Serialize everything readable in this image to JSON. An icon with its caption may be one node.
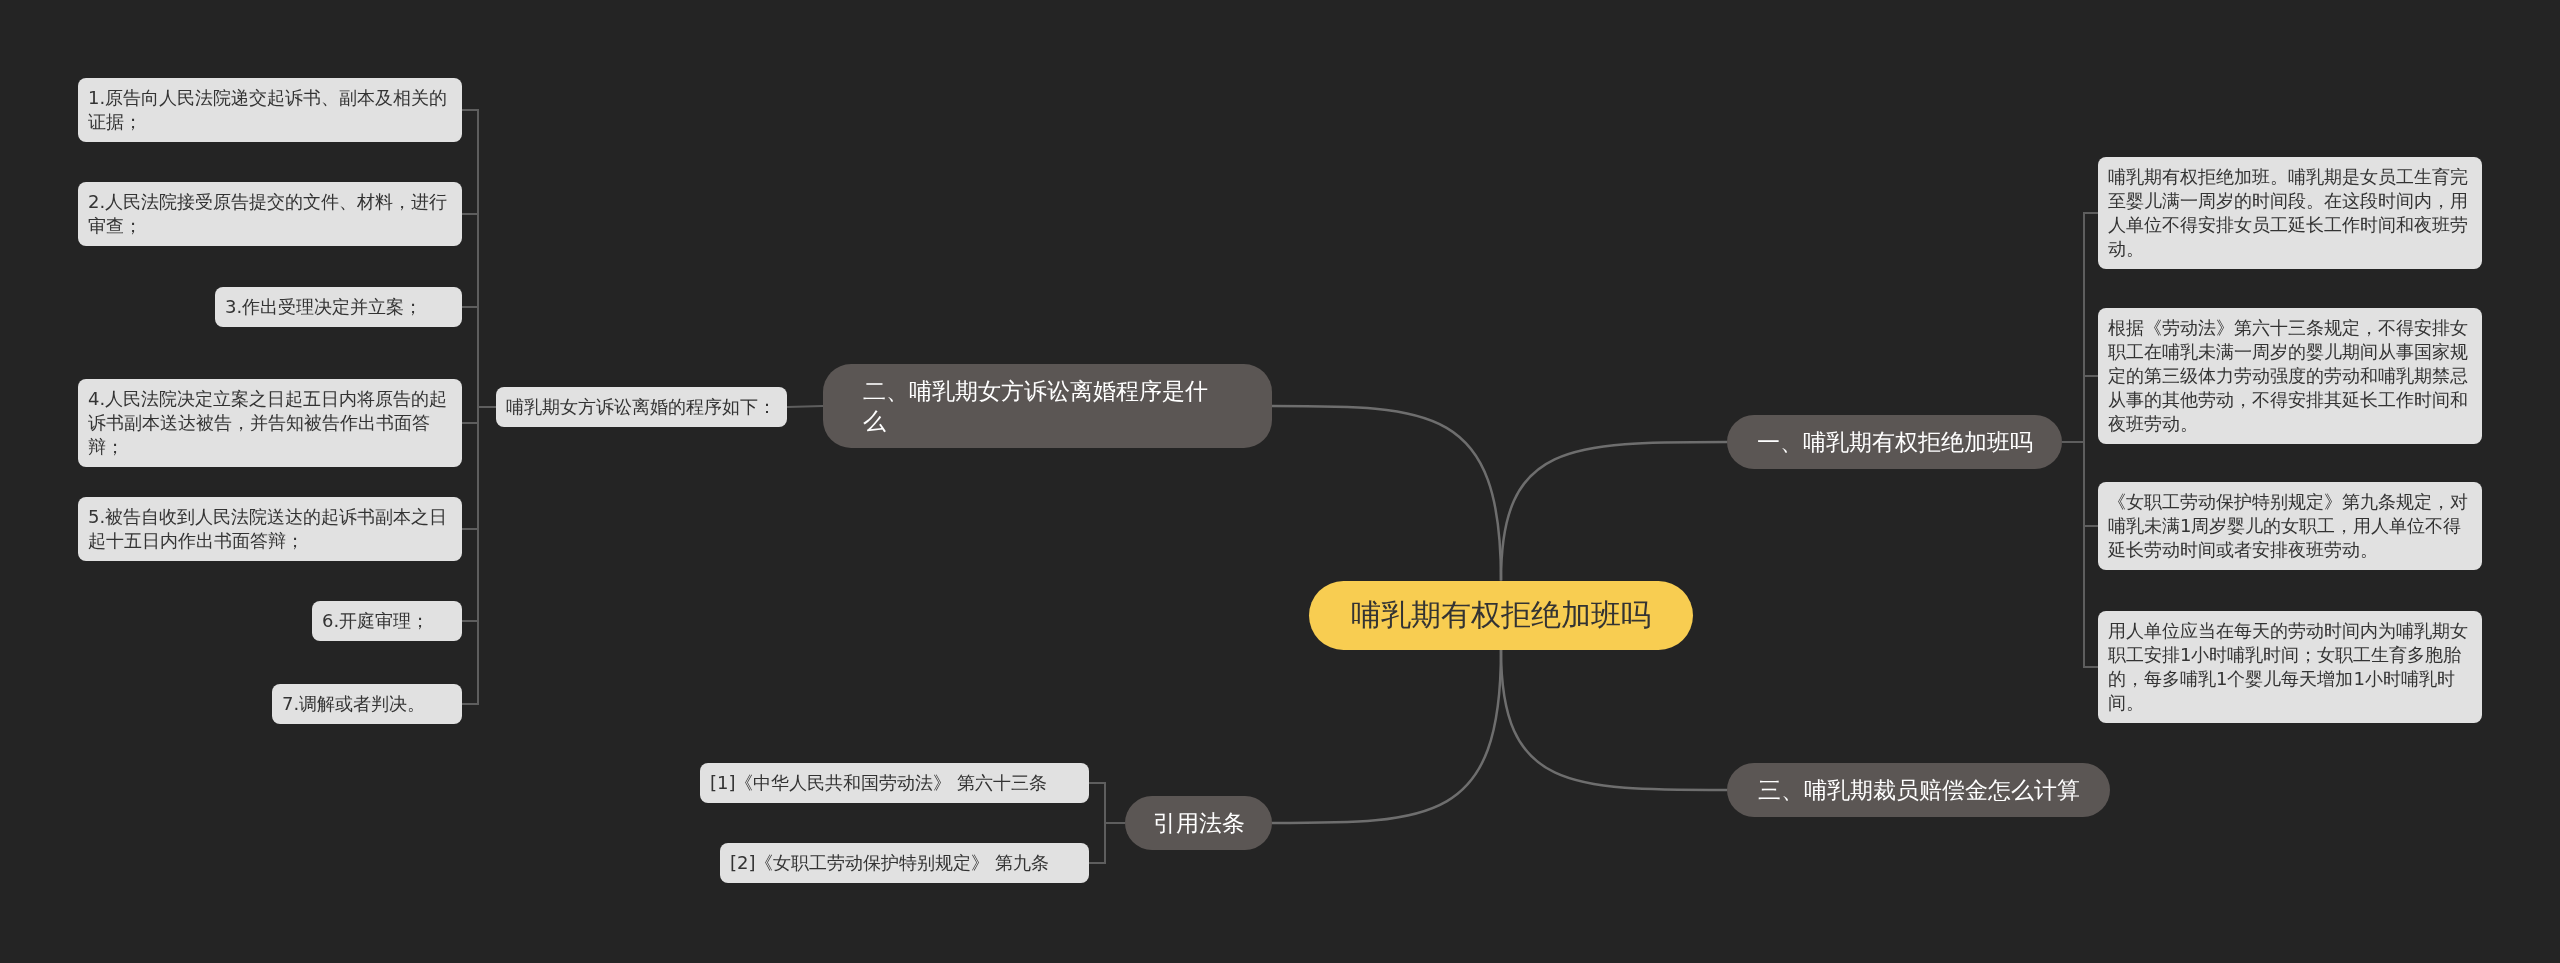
{
  "diagram": {
    "nodes": [
      {
        "text": [
          "哺乳期有权拒绝加班吗"
        ]
      },
      {
        "text": [
          "一、哺乳期有权拒绝加班吗"
        ]
      },
      {
        "text": [
          "哺乳期有权拒绝加班。哺乳期是女员工生育完至婴儿满一周岁的时间段。在这段时间内，用人单位不得安排女员工延长工作时间和夜班劳动。"
        ]
      },
      {
        "text": [
          "根据《劳动法》第六十三条规定，不得安排女职工在哺乳未满一周岁的婴儿期间从事国家规定的第三级体力劳动强度的劳动和哺乳期禁忌从事的其他劳动，不得安排其延长工作时间和夜班劳动。"
        ]
      },
      {
        "text": [
          "《女职工劳动保护特别规定》第九条规定，对哺乳未满1周岁婴儿的女职工，用人单位不得延长劳动时间或者安排夜班劳动。"
        ]
      },
      {
        "text": [
          "用人单位应当在每天的劳动时间内为哺乳期女职工安排1小时哺乳时间；女职工生育多胞胎的，每多哺乳1个婴儿每天增加1小时哺乳时间。"
        ]
      },
      {
        "text": [
          "二、哺乳期女方诉讼离婚程序是什么"
        ]
      },
      {
        "text": [
          "哺乳期女方诉讼离婚的程序如下："
        ]
      },
      {
        "text": [
          "1.原告向人民法院递交起诉书、副本及相关的证据；"
        ]
      },
      {
        "text": [
          "2.人民法院接受原告提交的文件、材料，进行审查；"
        ]
      },
      {
        "text": [
          "3.作出受理决定并立案；"
        ]
      },
      {
        "text": [
          "4.人民法院决定立案之日起五日内将原告的起诉书副本送达被告，并告知被告作出书面答辩；"
        ]
      },
      {
        "text": [
          "5.被告自收到人民法院送达的起诉书副本之日起十五日内作出书面答辩；"
        ]
      },
      {
        "text": [
          "6.开庭审理；"
        ]
      },
      {
        "text": [
          "7.调解或者判决。"
        ]
      },
      {
        "text": [
          "三、哺乳期裁员赔偿金怎么计算"
        ]
      },
      {
        "text": [
          "引用法条"
        ]
      },
      {
        "text": [
          "[1]《中华人民共和国劳动法》 第六十三条"
        ]
      },
      {
        "text": [
          "[2]《女职工劳动保护特别规定》 第九条"
        ]
      }
    ],
    "edges": [
      {
        "from": 0,
        "to": 1,
        "arrow": "none"
      },
      {
        "from": 1,
        "to": 2,
        "arrow": "none"
      },
      {
        "from": 1,
        "to": 3,
        "arrow": "none"
      },
      {
        "from": 1,
        "to": 4,
        "arrow": "none"
      },
      {
        "from": 1,
        "to": 5,
        "arrow": "none"
      },
      {
        "from": 0,
        "to": 6,
        "arrow": "none"
      },
      {
        "from": 6,
        "to": 7,
        "arrow": "none"
      },
      {
        "from": 7,
        "to": 8,
        "arrow": "none"
      },
      {
        "from": 7,
        "to": 9,
        "arrow": "none"
      },
      {
        "from": 7,
        "to": 10,
        "arrow": "none"
      },
      {
        "from": 7,
        "to": 11,
        "arrow": "none"
      },
      {
        "from": 7,
        "to": 12,
        "arrow": "none"
      },
      {
        "from": 7,
        "to": 13,
        "arrow": "none"
      },
      {
        "from": 7,
        "to": 14,
        "arrow": "none"
      },
      {
        "from": 0,
        "to": 15,
        "arrow": "none"
      },
      {
        "from": 0,
        "to": 16,
        "arrow": "none"
      },
      {
        "from": 16,
        "to": 17,
        "arrow": "none"
      },
      {
        "from": 16,
        "to": 18,
        "arrow": "none"
      }
    ]
  }
}
